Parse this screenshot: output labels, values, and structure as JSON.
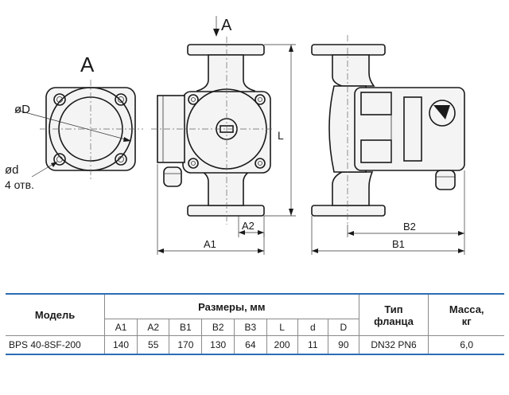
{
  "drawing": {
    "view_label": "A",
    "arrow_label": "A",
    "dim_labels": {
      "D": "øD",
      "d": "ød",
      "holes": "4 отв.",
      "L": "L",
      "A1": "A1",
      "A2": "A2",
      "B1": "B1",
      "B2": "B2"
    }
  },
  "table": {
    "model_header": "Модель",
    "dims_header": "Размеры, мм",
    "flange_header_1": "Тип",
    "flange_header_2": "фланца",
    "mass_header_1": "Масса,",
    "mass_header_2": "кг",
    "columns": [
      "A1",
      "A2",
      "B1",
      "B2",
      "B3",
      "L",
      "d",
      "D"
    ],
    "row": {
      "model": "BPS 40-8SF-200",
      "values": [
        "140",
        "55",
        "170",
        "130",
        "64",
        "200",
        "11",
        "90"
      ],
      "flange": "DN32 PN6",
      "mass": "6,0"
    }
  }
}
